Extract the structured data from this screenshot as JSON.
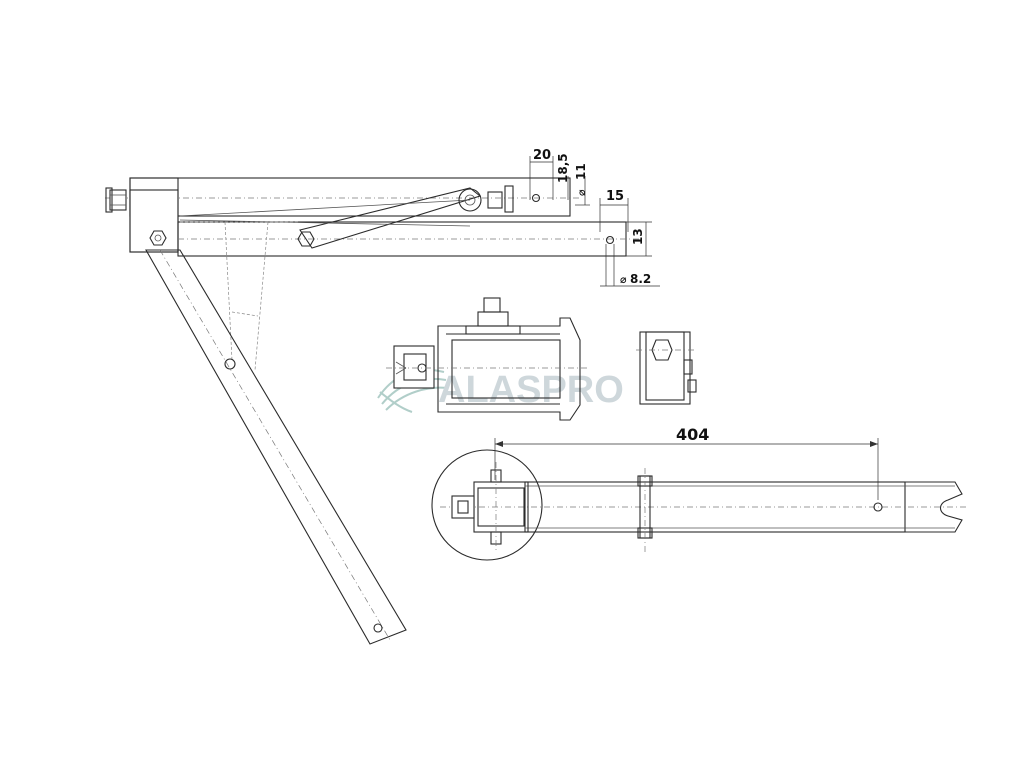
{
  "dimensions": {
    "d20": "20",
    "d18_5": "18,5",
    "d11": "11",
    "d15": "15",
    "d13": "13",
    "d8_2": "8.2",
    "d404": "404"
  },
  "diameter_symbol": "⌀",
  "watermark": {
    "text": "ALASPRO",
    "logo": "wave-logo"
  },
  "colors": {
    "line": "#2b2b2b",
    "watermark": "#c9d3d8",
    "watermark_logo": "#a9c9c4"
  }
}
